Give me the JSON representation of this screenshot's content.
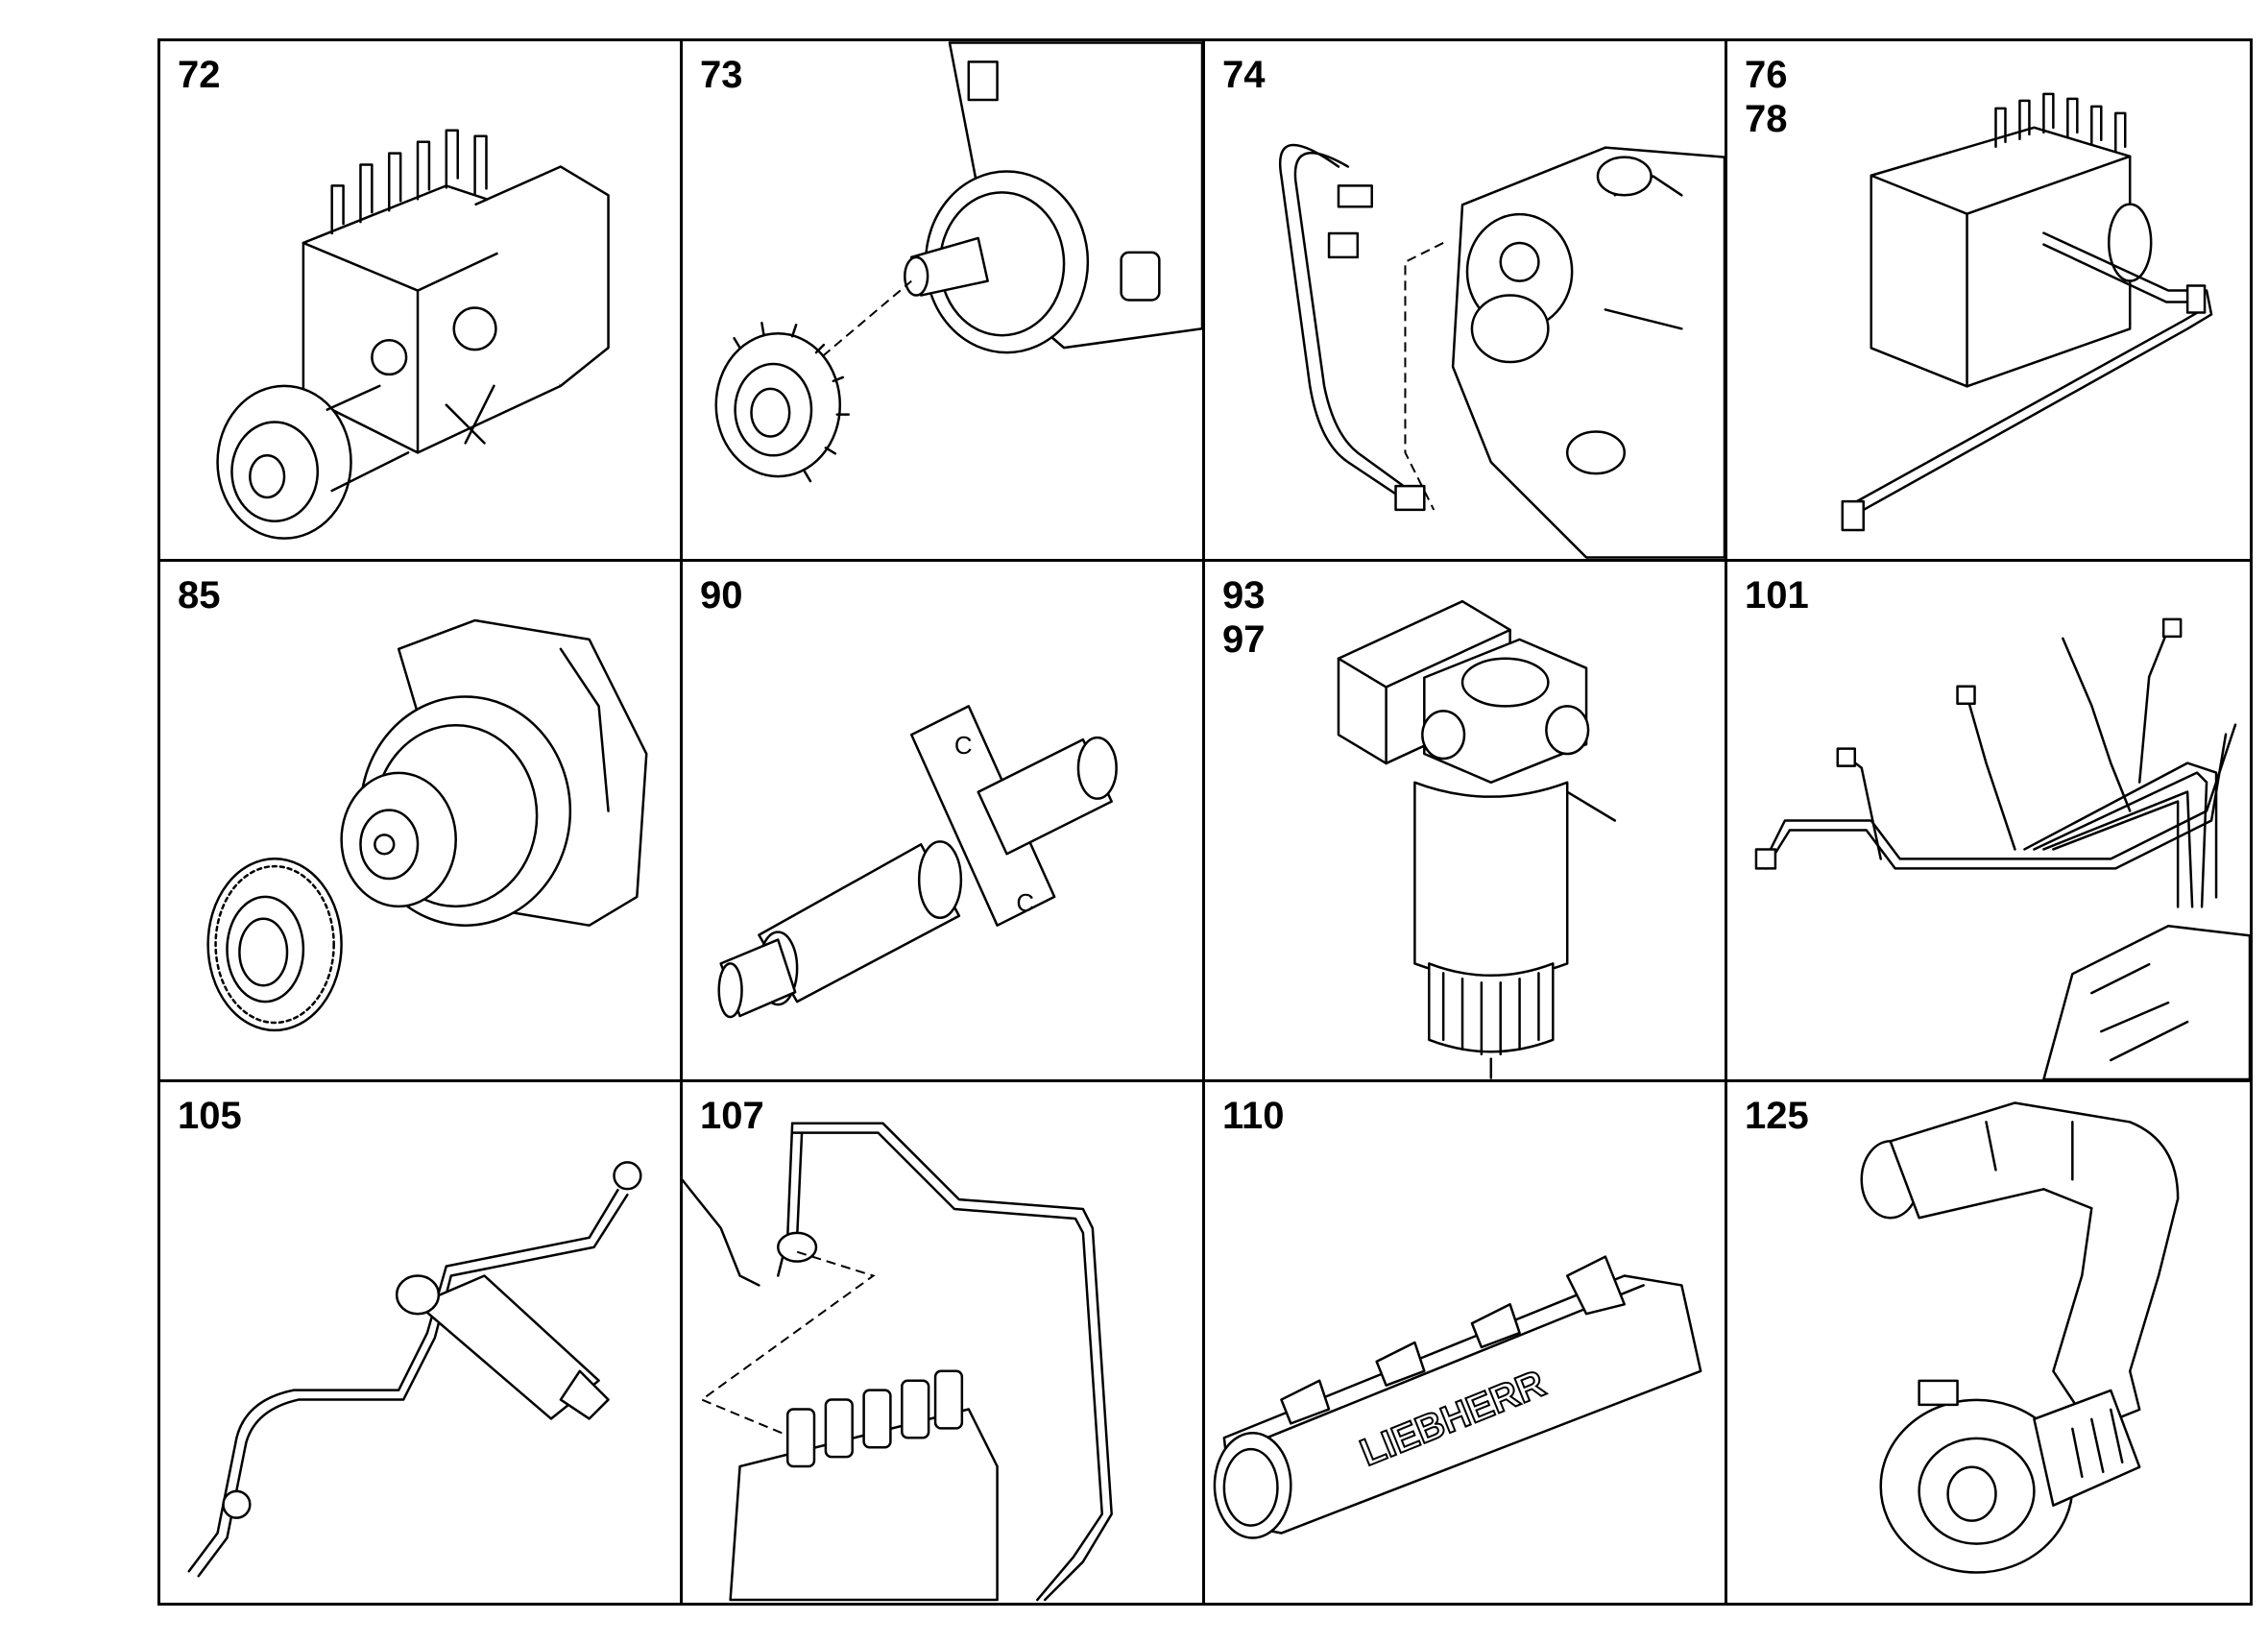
{
  "cells": [
    {
      "label": "72",
      "illustration": "injection-pump"
    },
    {
      "label": "73",
      "illustration": "pump-drive-gear"
    },
    {
      "label": "74",
      "illustration": "pump-oil-line"
    },
    {
      "label": "76\n78",
      "illustration": "pump-return-line"
    },
    {
      "label": "85",
      "illustration": "gear-housing"
    },
    {
      "label": "90",
      "illustration": "injector"
    },
    {
      "label": "93\n97",
      "illustration": "fuel-filter"
    },
    {
      "label": "101",
      "illustration": "injection-lines"
    },
    {
      "label": "105",
      "illustration": "leak-off-line"
    },
    {
      "label": "107",
      "illustration": "fuel-pipe"
    },
    {
      "label": "110",
      "illustration": "intake-manifold"
    },
    {
      "label": "125",
      "illustration": "turbocharger-hose"
    }
  ],
  "manifold_logo": "LIEBHERR"
}
